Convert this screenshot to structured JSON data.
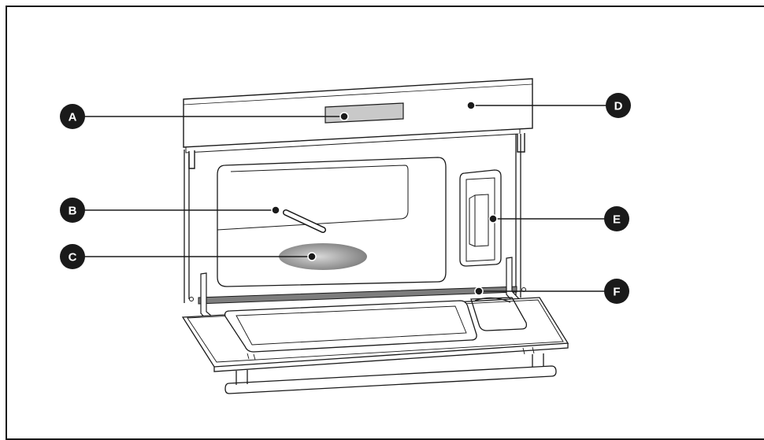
{
  "callouts": {
    "A": {
      "label": "A"
    },
    "B": {
      "label": "B"
    },
    "C": {
      "label": "C"
    },
    "D": {
      "label": "D"
    },
    "E": {
      "label": "E"
    },
    "F": {
      "label": "F"
    }
  },
  "colors": {
    "outline": "#1a1a1a",
    "callout_fill": "#1a1a1a",
    "display_gray": "#c4c4c4",
    "gasket_gray": "#7d7d7d",
    "turntable_gray": "#8e8e8e"
  }
}
